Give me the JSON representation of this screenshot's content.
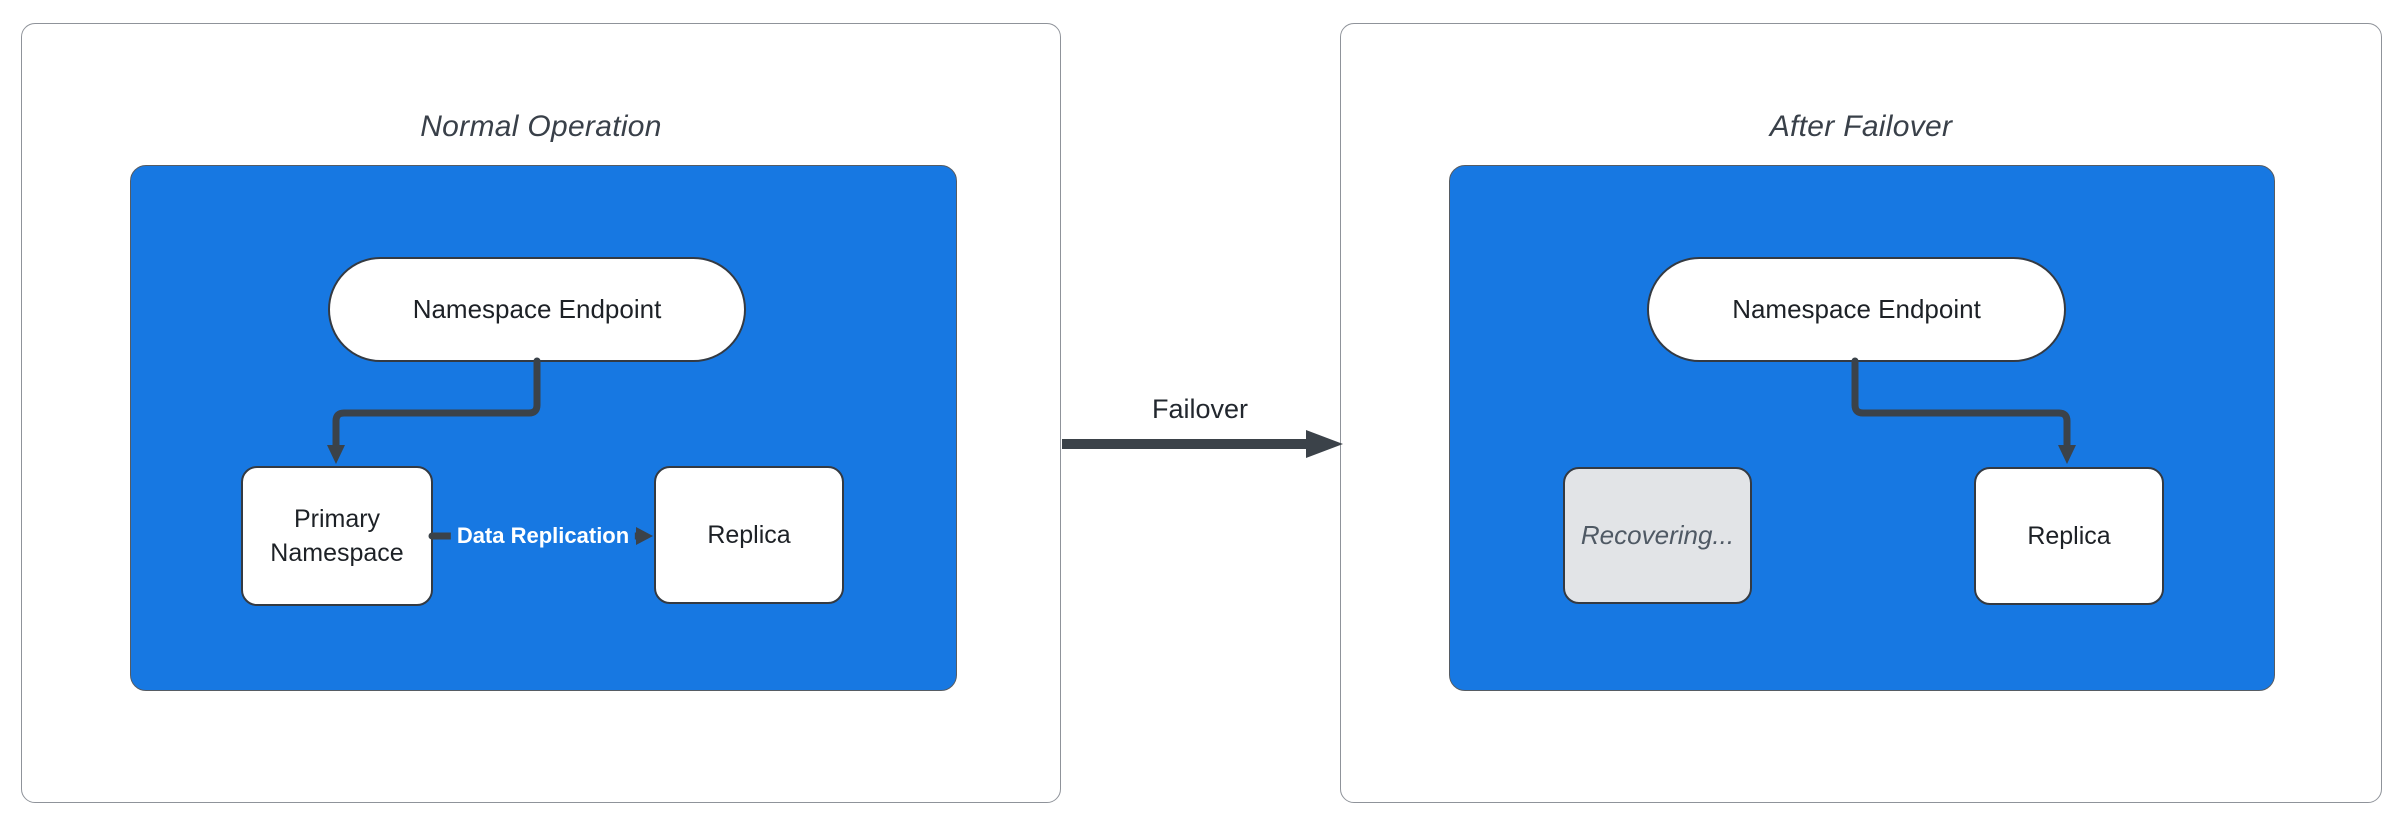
{
  "diagram": {
    "left_panel": {
      "title": "Normal Operation",
      "endpoint": "Namespace Endpoint",
      "primary": "Primary Namespace",
      "replica": "Replica",
      "replication_label": "Data Replication"
    },
    "right_panel": {
      "title": "After Failover",
      "endpoint": "Namespace Endpoint",
      "recovering": "Recovering...",
      "replica": "Replica"
    },
    "failover_label": "Failover",
    "colors": {
      "container_blue": "#1778e2",
      "node_white": "#ffffff",
      "node_recovering_gray": "#e2e4e7",
      "stroke_dark": "#3b4249",
      "node_border_dark": "#343a42",
      "panel_border_gray": "#8f939a",
      "title_text": "#394049",
      "replication_text": "#ffffff",
      "recovering_text": "#4f5964"
    }
  }
}
